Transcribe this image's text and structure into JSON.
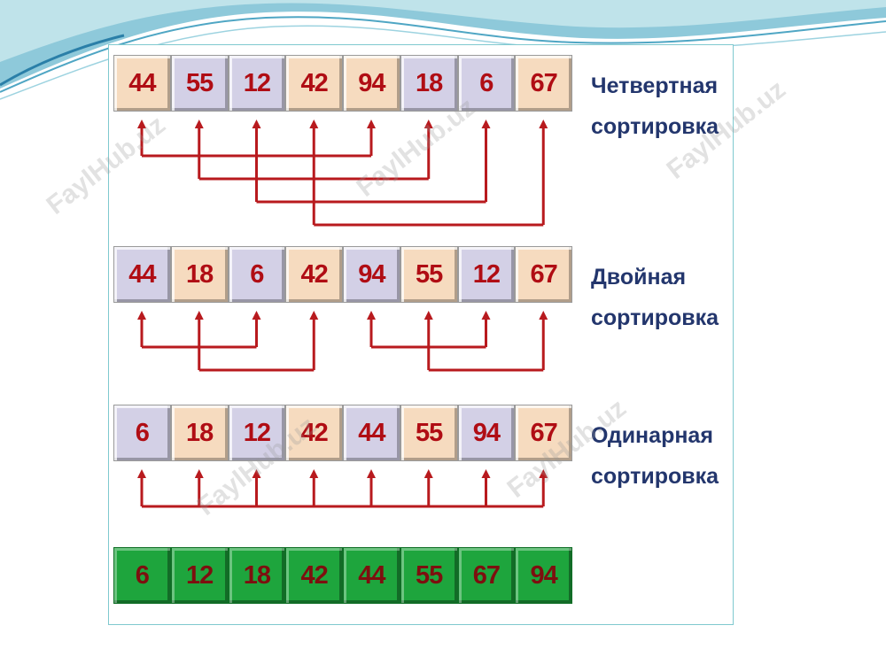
{
  "rows": [
    {
      "label_line1": "Четвертная",
      "label_line2": "сортировка",
      "cells": [
        "44",
        "55",
        "12",
        "42",
        "94",
        "18",
        "6",
        "67"
      ],
      "colors": [
        "peach",
        "lilac",
        "lilac",
        "peach",
        "peach",
        "lilac",
        "lilac",
        "peach"
      ]
    },
    {
      "label_line1": "Двойная",
      "label_line2": "сортировка",
      "cells": [
        "44",
        "18",
        "6",
        "42",
        "94",
        "55",
        "12",
        "67"
      ],
      "colors": [
        "lilac",
        "peach",
        "lilac",
        "peach",
        "lilac",
        "peach",
        "lilac",
        "peach"
      ]
    },
    {
      "label_line1": "Одинарная",
      "label_line2": "сортировка",
      "cells": [
        "6",
        "18",
        "12",
        "42",
        "44",
        "55",
        "94",
        "67"
      ],
      "colors": [
        "lilac",
        "peach",
        "lilac",
        "peach",
        "lilac",
        "peach",
        "lilac",
        "peach"
      ]
    },
    {
      "label_line1": "",
      "label_line2": "",
      "cells": [
        "6",
        "12",
        "18",
        "42",
        "44",
        "55",
        "67",
        "94"
      ],
      "colors": [
        "green",
        "green",
        "green",
        "green",
        "green",
        "green",
        "green",
        "green"
      ]
    }
  ],
  "watermark": "FaylHub.uz",
  "colors": {
    "arrow": "#b81a1e",
    "label": "#23366d",
    "cell_text": "#b00d14",
    "peach": "#f6dbbf",
    "lilac": "#d3d0e6",
    "green": "#1ea53d"
  }
}
